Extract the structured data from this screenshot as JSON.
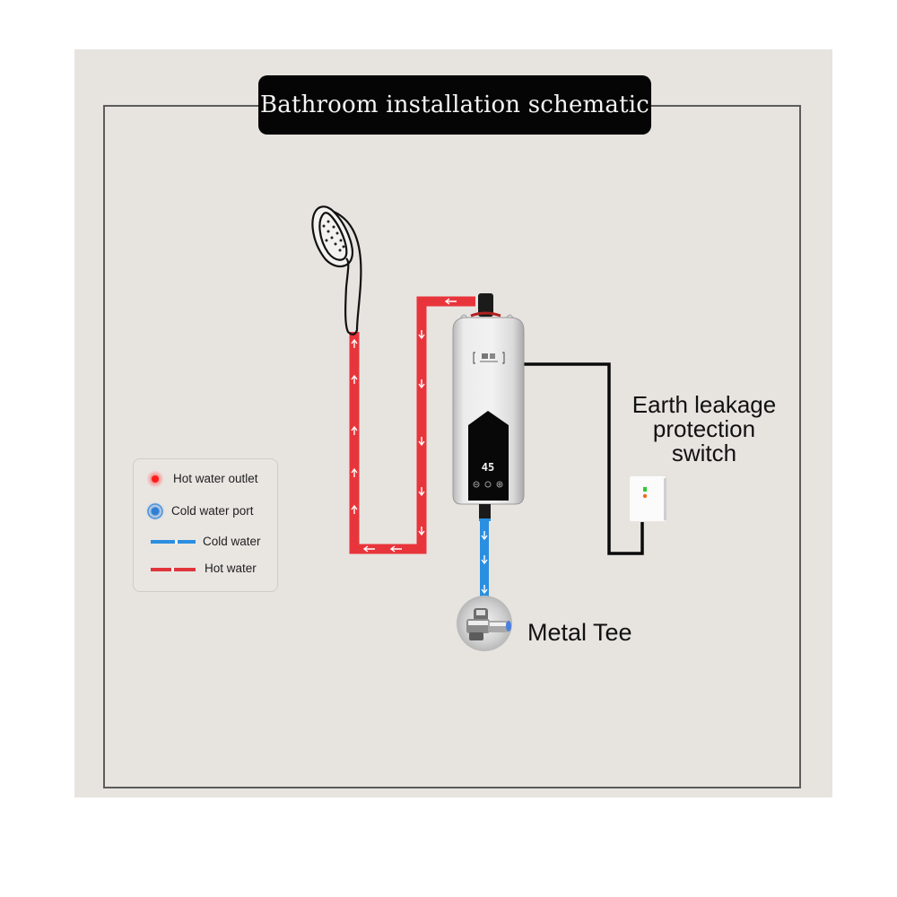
{
  "title": "Bathroom installation schematic",
  "legend": {
    "items": [
      {
        "icon": "red-dot-icon",
        "label": "Hot water outlet"
      },
      {
        "icon": "blue-ring-dot-icon",
        "label": "Cold water port"
      },
      {
        "icon": "blue-line-icon",
        "label": "Cold water"
      },
      {
        "icon": "red-line-icon",
        "label": "Hot water"
      }
    ]
  },
  "labels": {
    "earth_leakage": "Earth leakage protection switch",
    "earth_leakage_lines": [
      "Earth leakage",
      "protection",
      "switch"
    ],
    "metal_tee": "Metal Tee"
  },
  "heater": {
    "display_value": "45",
    "buttons": [
      "minus",
      "power",
      "plus"
    ]
  },
  "colors": {
    "background_panel": "#e7e4e0",
    "title_bg": "#050505",
    "hot_pipe": "#e8353b",
    "cold_pipe": "#2a8fe0",
    "wire": "#0a0a0a",
    "frame": "#5c5c5c"
  }
}
